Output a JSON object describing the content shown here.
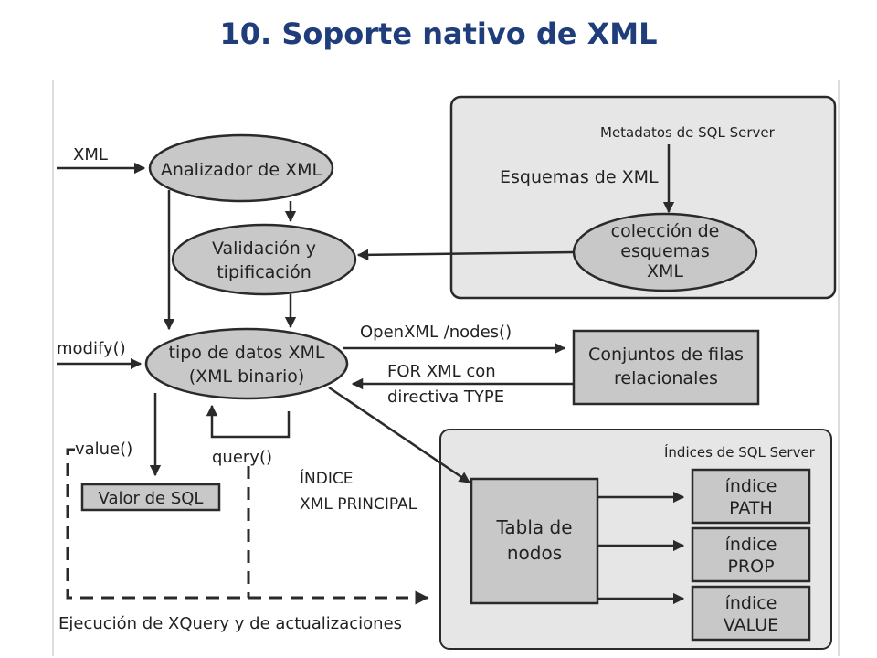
{
  "title": "10. Soporte nativo de XML",
  "diagram": {
    "xml_input": "XML",
    "modify": "modify()",
    "value": "value()",
    "query": "query()",
    "analizador": "Analizador de XML",
    "validacion": [
      "Validación y",
      "tipificación"
    ],
    "tipo_datos": [
      "tipo de datos XML",
      "(XML binario)"
    ],
    "valor_sql": "Valor de SQL",
    "metadatos": "Metadatos de SQL Server",
    "esquemas_xml": "Esquemas de XML",
    "coleccion": [
      "colección de",
      "esquemas",
      "XML"
    ],
    "openxml": "OpenXML  /nodes()",
    "for_xml": [
      "FOR XML con",
      "directiva TYPE"
    ],
    "conjuntos": [
      "Conjuntos de filas",
      "relacionales"
    ],
    "indice_principal": [
      "ÍNDICE",
      "XML PRINCIPAL"
    ],
    "indices_sql_server": "Índices de SQL Server",
    "tabla_nodos": [
      "Tabla de",
      "nodos"
    ],
    "indice_path": [
      "índice",
      "PATH"
    ],
    "indice_prop": [
      "índice",
      "PROP"
    ],
    "indice_value": [
      "índice",
      "VALUE"
    ],
    "ejecucion": "Ejecución de XQuery y de actualizaciones"
  },
  "colors": {
    "title": "#1f3d7a",
    "shape_fill": "#c8c8c8",
    "panel_fill": "#e6e6e6",
    "stroke": "#2a2a2a"
  }
}
